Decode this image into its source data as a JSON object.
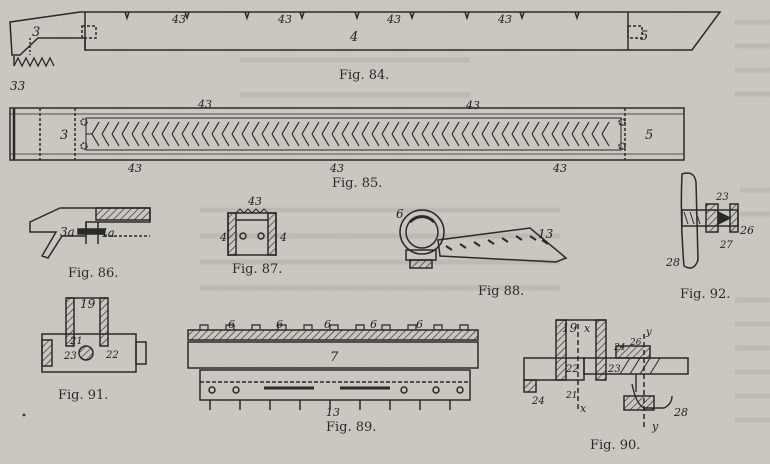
{
  "captions": {
    "fig84": "Fig. 84.",
    "fig85": "Fig. 85.",
    "fig86": "Fig. 86.",
    "fig87": "Fig. 87.",
    "fig88": "Fig 88.",
    "fig89": "Fig. 89.",
    "fig90": "Fig. 90.",
    "fig91": "Fig. 91.",
    "fig92": "Fig. 92."
  },
  "labels": {
    "fig84": {
      "part_left": "3",
      "part_body": "4",
      "part_right": "5",
      "teeth": "33",
      "grooves": [
        "43",
        "43",
        "43",
        "43"
      ]
    },
    "fig85": {
      "part_left": "3",
      "part_right": "5",
      "top": [
        "43",
        "43"
      ],
      "bottom": [
        "43",
        "43",
        "43"
      ]
    },
    "fig86": {
      "left": "3a",
      "right": "4a"
    },
    "fig87": {
      "top": "43",
      "left": "4",
      "right": "4"
    },
    "fig88": {
      "ring": "6",
      "arm": "13"
    },
    "fig89": {
      "top": [
        "6",
        "6",
        "6",
        "6",
        "6"
      ],
      "body": "7",
      "bottom": "13"
    },
    "fig90": {
      "a": "19",
      "b": "x",
      "c": "24",
      "d": "26",
      "e": "y",
      "f": "22",
      "g": "23",
      "h": "21",
      "i": "x",
      "j": "24",
      "k": "28",
      "l": "y"
    },
    "fig91": {
      "top": "19",
      "a": "21",
      "b": "23",
      "c": "22"
    },
    "fig92": {
      "a": "23",
      "b": "26",
      "c": "27",
      "d": "28"
    }
  }
}
